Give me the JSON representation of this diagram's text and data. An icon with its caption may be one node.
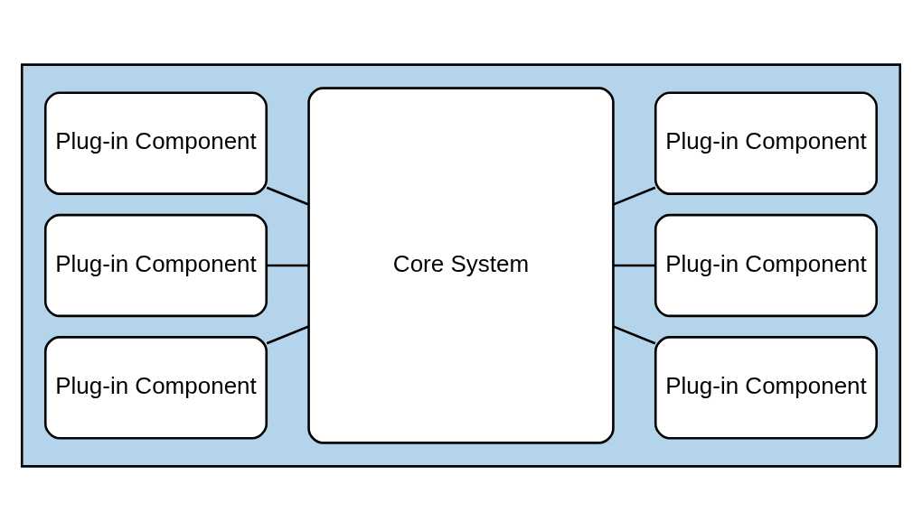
{
  "diagram": {
    "nodes": [
      {
        "text": [],
        "shape": "box"
      },
      {
        "text": [
          "Plug-in Component"
        ],
        "in": 0
      },
      {
        "text": [
          "Core System"
        ],
        "in": 0
      },
      {
        "text": [
          "Plug-in Component"
        ],
        "in": 0
      },
      {
        "text": [
          "Plug-in Component"
        ],
        "in": 0
      },
      {
        "text": [
          "Plug-in Component"
        ],
        "in": 0
      },
      {
        "text": [
          "Plug-in Component"
        ],
        "in": 0
      },
      {
        "text": [
          "Plug-in Component"
        ],
        "in": 0
      }
    ],
    "edges": [
      {
        "from": 1,
        "to": 2,
        "arrow": "none"
      },
      {
        "from": 2,
        "to": 3,
        "arrow": "none"
      },
      {
        "from": 4,
        "to": 2,
        "arrow": "none"
      },
      {
        "from": 2,
        "to": 5,
        "arrow": "none"
      },
      {
        "from": 6,
        "to": 2,
        "arrow": "none"
      },
      {
        "from": 2,
        "to": 7,
        "arrow": "none"
      }
    ]
  }
}
